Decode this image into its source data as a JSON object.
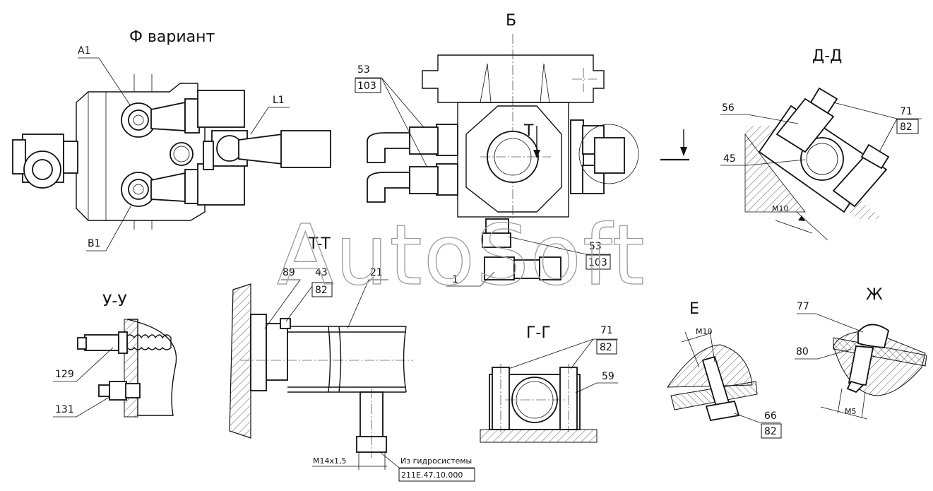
{
  "views": {
    "f_variant": {
      "title": "Ф вариант",
      "label_a1": "A1",
      "label_b1": "B1",
      "label_l1": "L1"
    },
    "b": {
      "title": "Б",
      "top_ref": "53",
      "top_ref_sub": "103",
      "right_ref": "53",
      "right_ref_sub": "103",
      "bottom_ref": "1",
      "section_letter": "T"
    },
    "t_marker": {
      "letter": "T"
    },
    "d_d": {
      "title": "Д-Д",
      "ref_56": "56",
      "ref_71": "71",
      "ref_71_sub": "82",
      "ref_45": "45",
      "dim": "M10"
    },
    "t_t": {
      "title": "T-T",
      "ref_89": "89",
      "ref_43": "43",
      "ref_43_sub": "82",
      "ref_21": "21",
      "dim": "M14x1,5",
      "note_line1": "Из гидросистемы",
      "note_line2": "211E.47.10.000"
    },
    "u_u": {
      "title": "У-У",
      "ref_129": "129",
      "ref_131": "131"
    },
    "g_g": {
      "title": "Г-Г",
      "ref_71": "71",
      "ref_71_sub": "82",
      "ref_59": "59"
    },
    "e": {
      "title": "Е",
      "dim": "M10",
      "ref_66": "66",
      "ref_66_sub": "82"
    },
    "zh": {
      "title": "Ж",
      "ref_77": "77",
      "ref_80": "80",
      "dim": "M5"
    }
  },
  "watermark": "AutoSoft"
}
